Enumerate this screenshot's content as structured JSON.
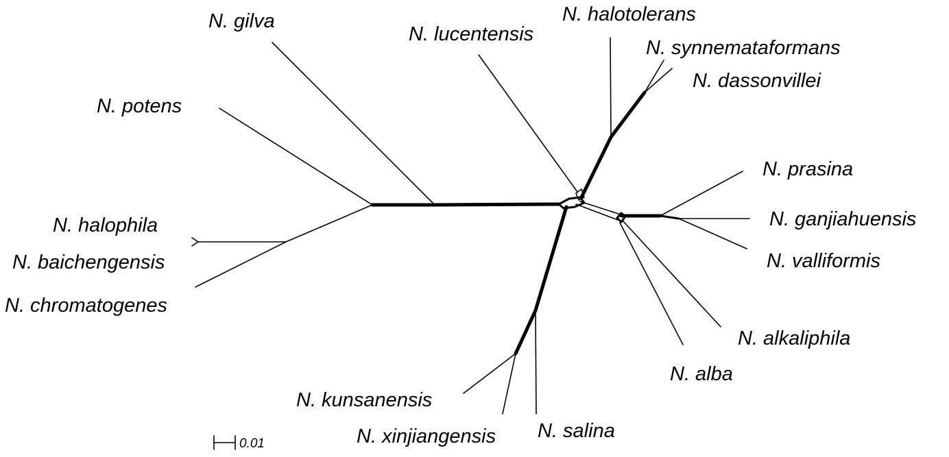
{
  "taxa": {
    "gilva": "N. gilva",
    "potens": "N. potens",
    "halophila": "N. halophila",
    "baichengensis": "N. baichengensis",
    "chromatogenes": "N. chromatogenes",
    "lucentensis": "N. lucentensis",
    "halotolerans": "N. halotolerans",
    "synnemataformans": "N. synnemataformans",
    "dassonvillei": "N. dassonvillei",
    "prasina": "N. prasina",
    "ganjiahuensis": "N. ganjiahuensis",
    "valliformis": "N. valliformis",
    "alkaliphila": "N. alkaliphila",
    "alba": "N. alba",
    "kunsanensis": "N. kunsanensis",
    "xinjiangensis": "N. xinjiangensis",
    "salina": "N. salina"
  },
  "scale_bar": {
    "label": "0.01",
    "value": 0.01
  },
  "colors": {
    "line": "#000000",
    "background": "#ffffff"
  }
}
